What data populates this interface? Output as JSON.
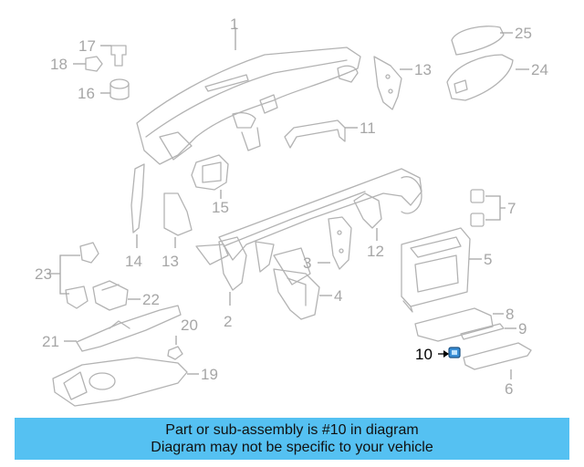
{
  "callouts": {
    "c1": "1",
    "c2": "2",
    "c3": "3",
    "c4": "4",
    "c5": "5",
    "c6": "6",
    "c7": "7",
    "c8": "8",
    "c9": "9",
    "c10": "10",
    "c11": "11",
    "c12": "12",
    "c13a": "13",
    "c13b": "13",
    "c14": "14",
    "c15": "15",
    "c16": "16",
    "c17": "17",
    "c18": "18",
    "c19": "19",
    "c20": "20",
    "c21": "21",
    "c22": "22",
    "c23": "23",
    "c24": "24",
    "c25": "25"
  },
  "highlight": {
    "part_number": "10",
    "color": "#3a8fd6"
  },
  "banner": {
    "line1": "Part or sub-assembly is #10 in diagram",
    "line2": "Diagram may not be specific to your vehicle",
    "background": "#55c1f2"
  }
}
